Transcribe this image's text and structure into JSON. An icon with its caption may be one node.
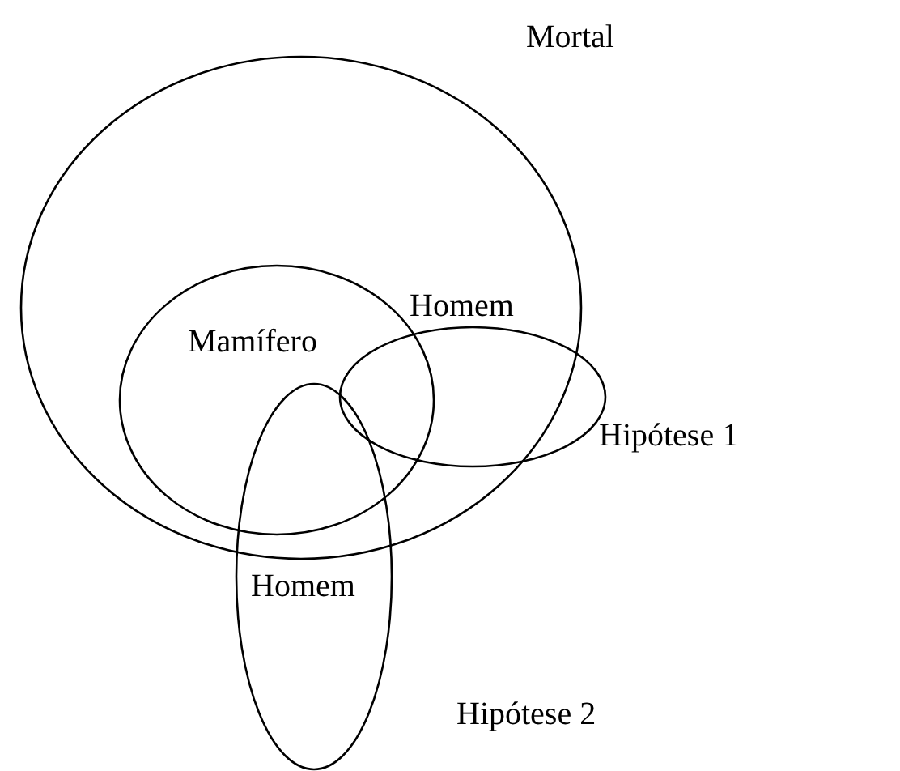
{
  "diagram": {
    "nodes": [
      {
        "text": [
          "Mortal"
        ]
      },
      {
        "text": [
          "Mamífero"
        ],
        "in": 0
      },
      {
        "text": [
          "Homem"
        ],
        "in": 0
      },
      {
        "text": [
          "Homem"
        ]
      }
    ],
    "labels": [
      "Hipótese 1",
      "Hipótese 2"
    ]
  }
}
